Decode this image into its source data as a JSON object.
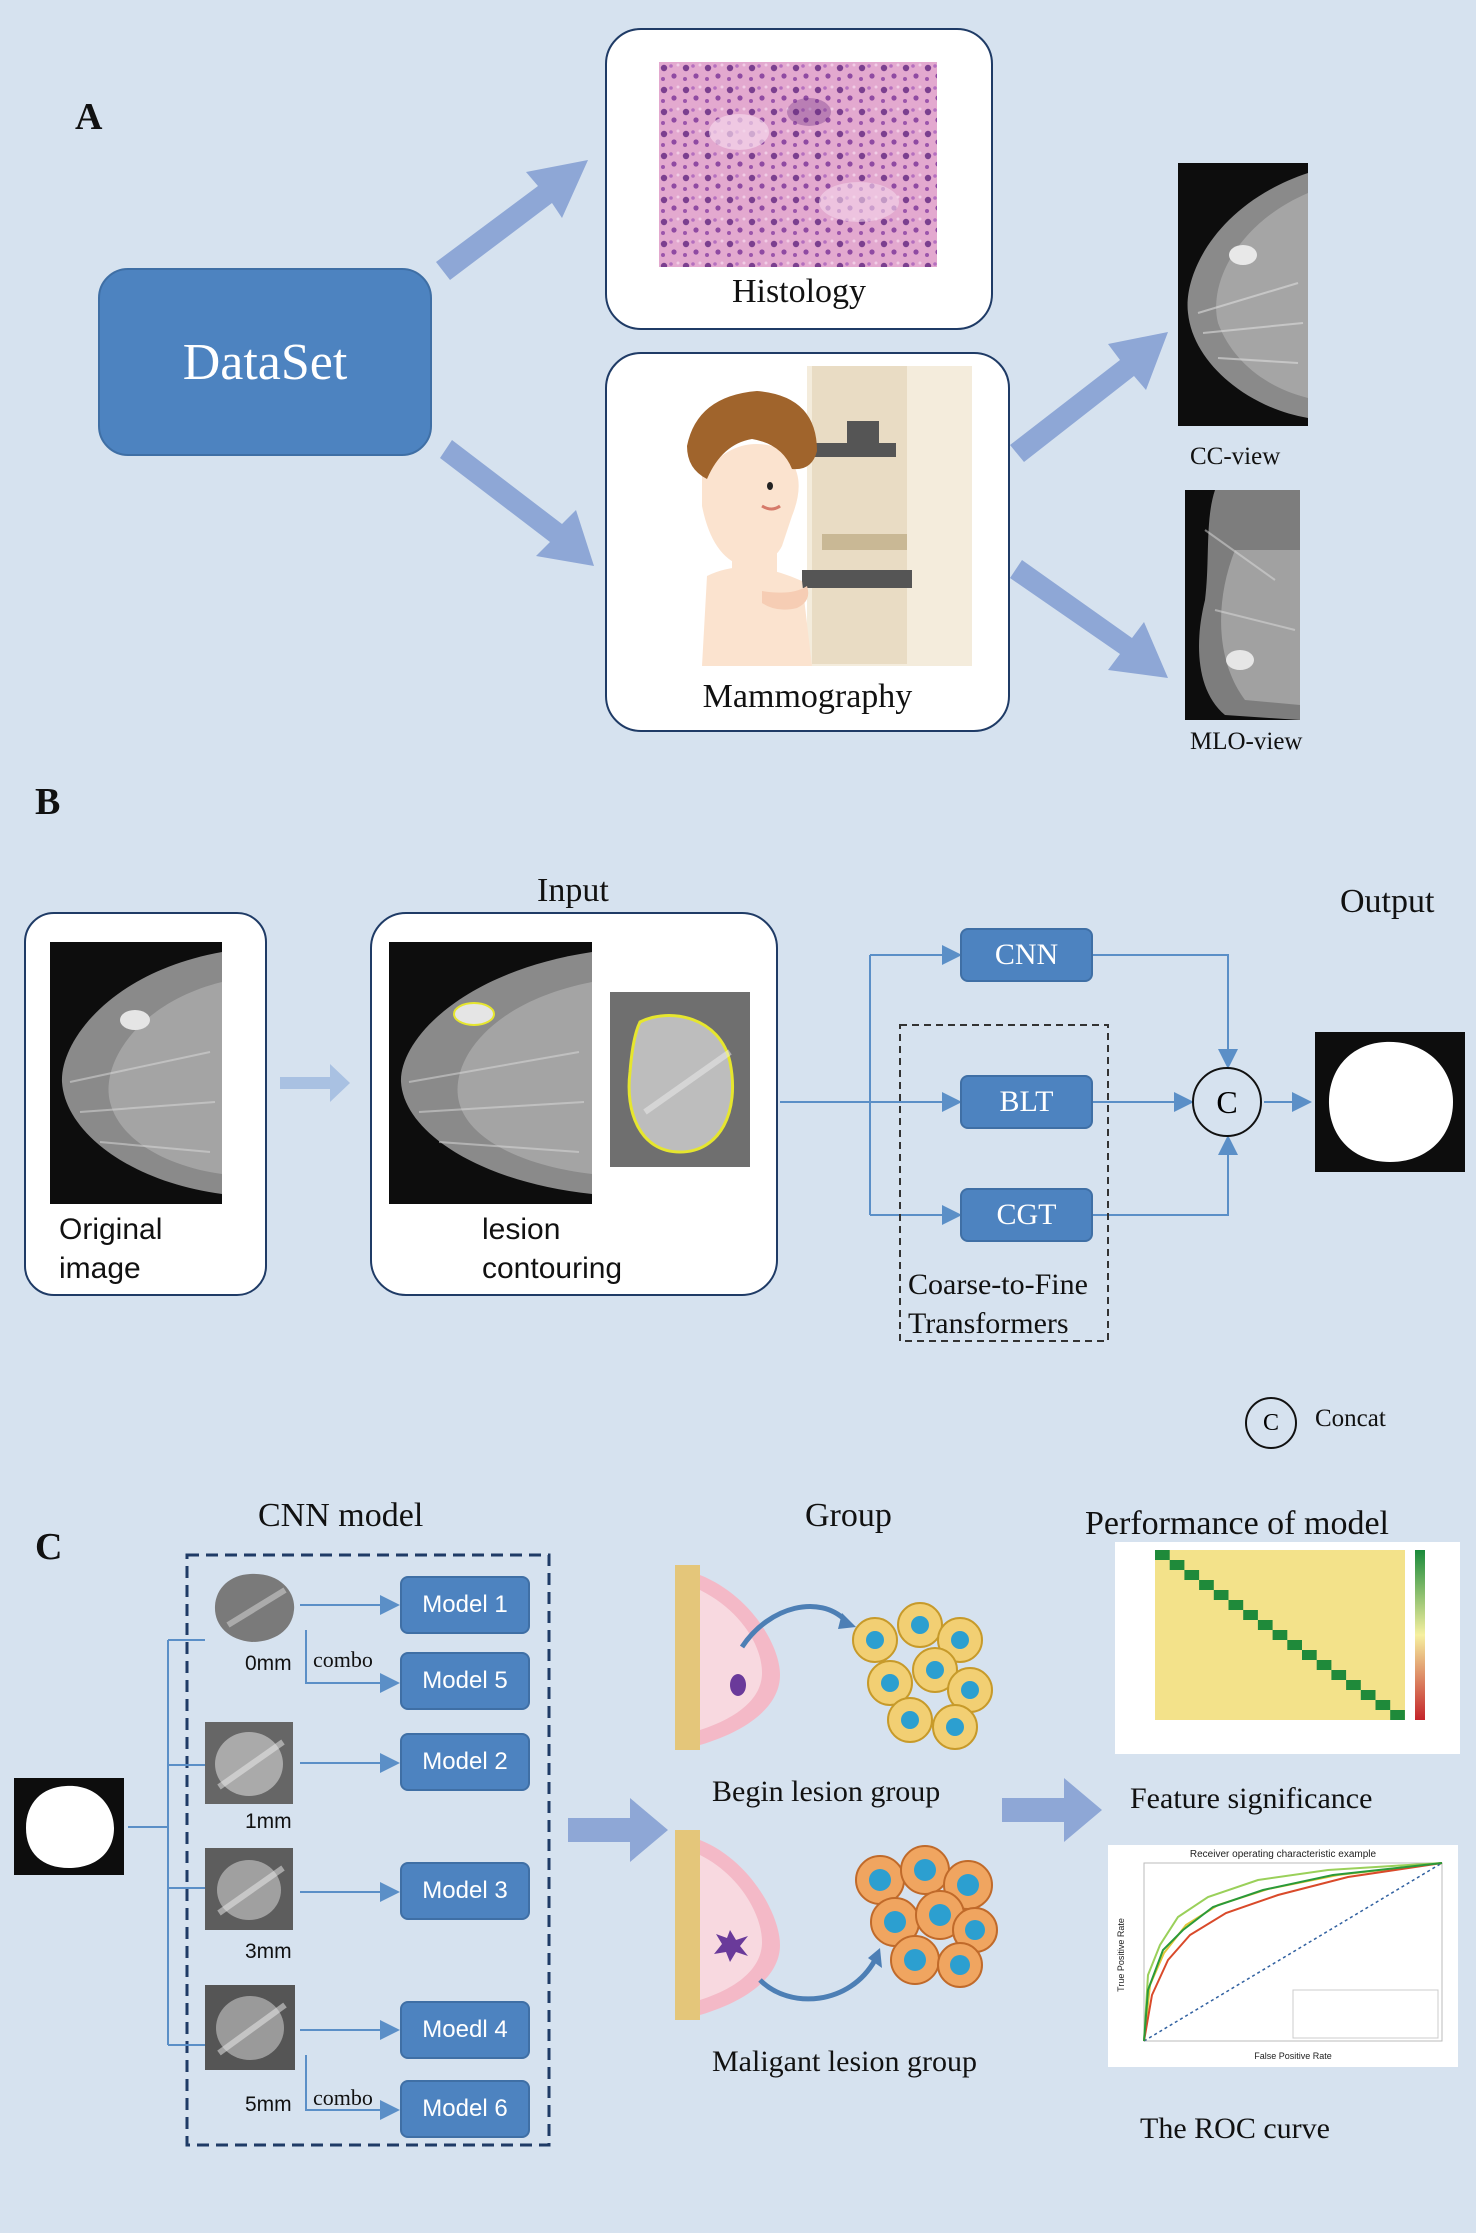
{
  "panels": {
    "a": "A",
    "b": "B",
    "c": "C"
  },
  "panel_a": {
    "dataset_label": "DataSet",
    "histology_label": "Histology",
    "mammography_label": "Mammography",
    "cc_view_label": "CC-view",
    "mlo_view_label": "MLO-view"
  },
  "panel_b": {
    "input_label": "Input",
    "output_label": "Output",
    "original_image_label": "Original\nimage",
    "lesion_contouring_label": "lesion\ncontouring",
    "cnn_label": "CNN",
    "blt_label": "BLT",
    "cgt_label": "CGT",
    "concat_symbol": "C",
    "transformers_label": "Coarse-to-Fine\nTransformers",
    "concat_legend_symbol": "C",
    "concat_legend_label": "Concat"
  },
  "panel_c": {
    "cnn_model_title": "CNN model",
    "group_title": "Group",
    "performance_title": "Performance of model",
    "margins": [
      "0mm",
      "1mm",
      "3mm",
      "5mm"
    ],
    "combo_label": "combo",
    "models": [
      "Model 1",
      "Model 5",
      "Model 2",
      "Model 3",
      "Moedl 4",
      "Model 6"
    ],
    "benign_label": "Begin lesion group",
    "malignant_label": "Maligant lesion group",
    "feature_label": "Feature significance",
    "roc_label": "The ROC curve",
    "roc_title": "Receiver operating characteristic example",
    "roc_xlabel": "False Positive Rate",
    "roc_ylabel": "True Positive Rate"
  },
  "colors": {
    "background": "#d6e2ef",
    "box_blue": "#4d83c0",
    "arrow_blue": "#8ea7d6",
    "line_blue": "#5b8fc7"
  }
}
